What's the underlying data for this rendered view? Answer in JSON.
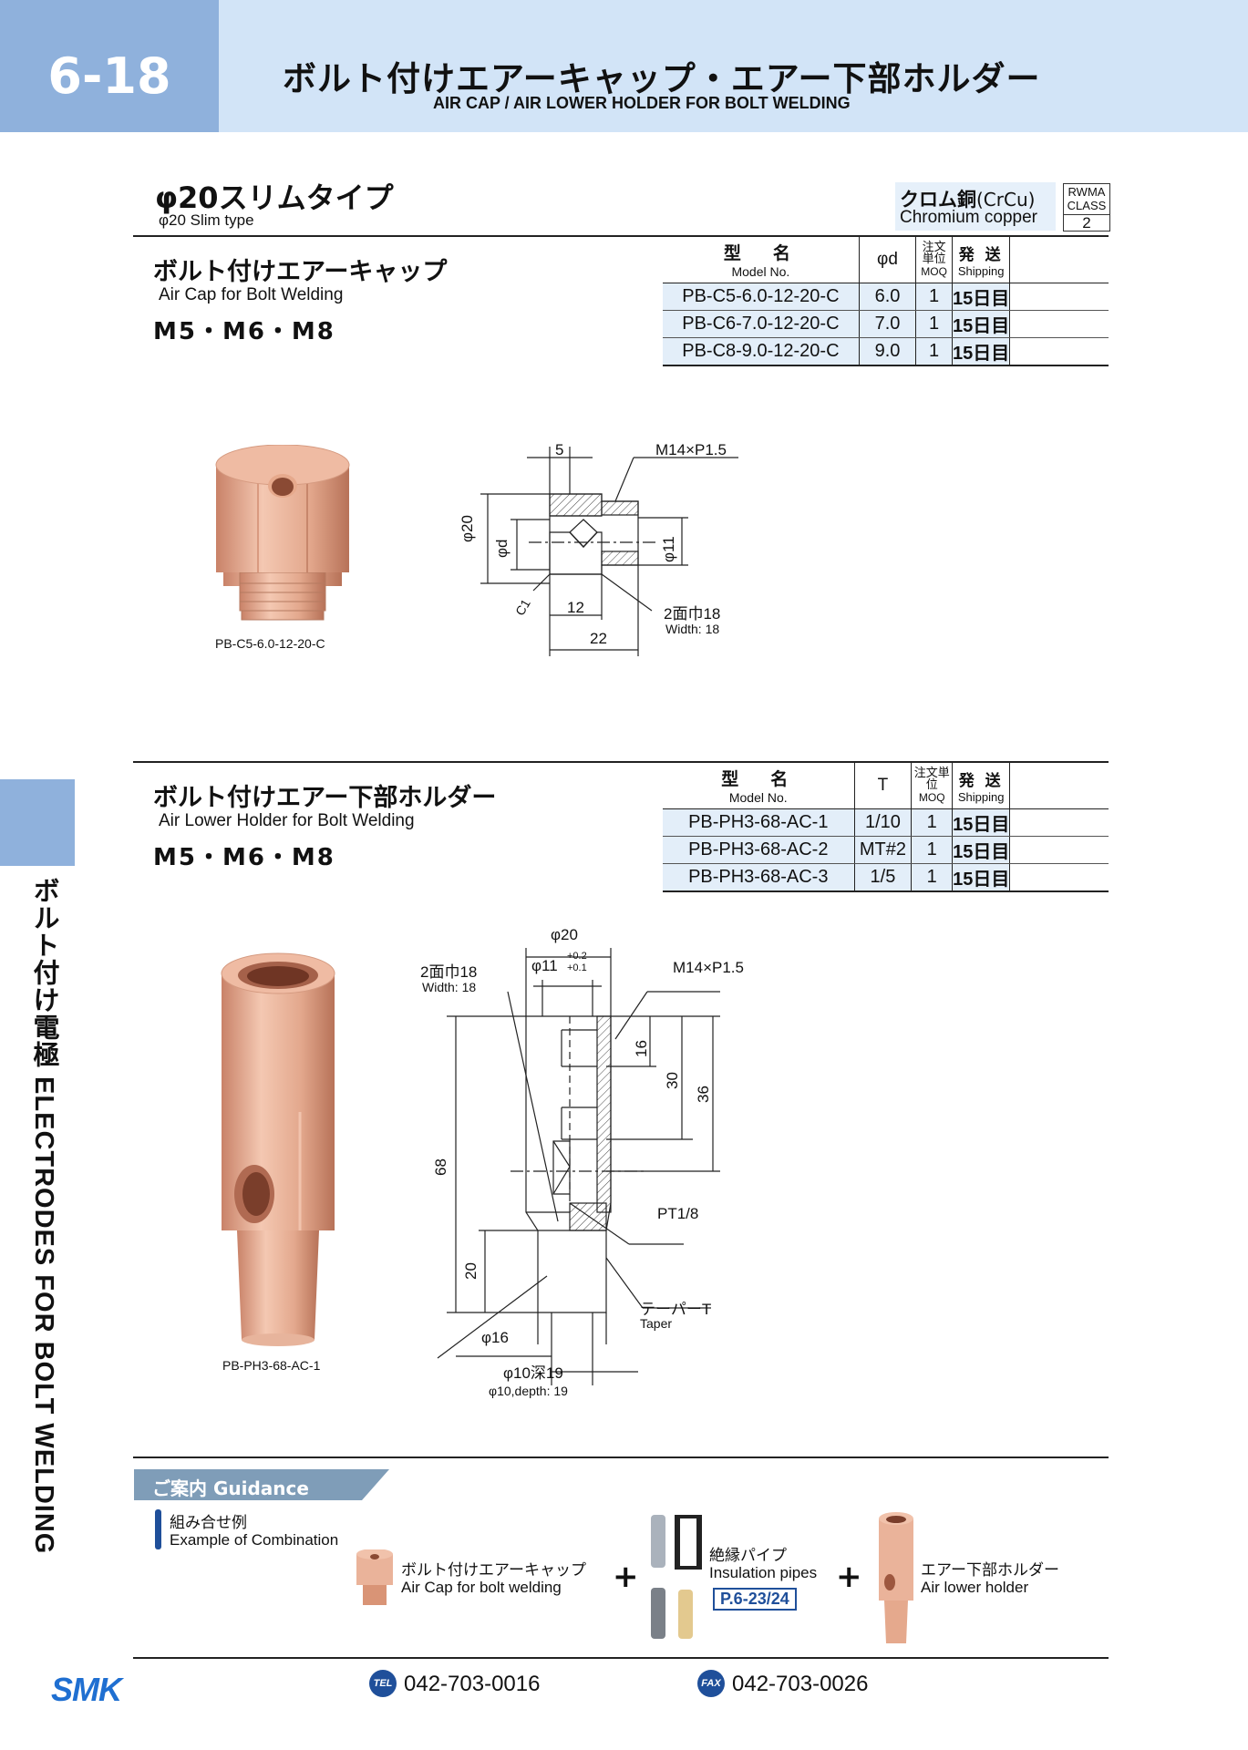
{
  "header": {
    "page_number": "6-18",
    "title_jp": "ボルト付けエアーキャップ・エアー下部ホルダー",
    "title_en": "AIR CAP / AIR LOWER HOLDER FOR BOLT WELDING"
  },
  "side_tab": {
    "label": "ボルト付け電極 ELECTRODES FOR BOLT WELDING"
  },
  "section": {
    "title_jp": "φ20スリムタイプ",
    "title_en": "φ20 Slim type"
  },
  "material": {
    "jp": "クロム銅",
    "jp_sub": "(CrCu)",
    "en": "Chromium copper",
    "rwma_label": "RWMA CLASS",
    "rwma_class": "2"
  },
  "air_cap": {
    "title_jp": "ボルト付けエアーキャップ",
    "title_en": "Air Cap for Bolt Welding",
    "sizes": "M5・M6・M8",
    "table": {
      "headers": {
        "model_jp": "型　名",
        "model_en": "Model No.",
        "param": "φd",
        "moq_jp": "注文単位",
        "moq_en": "MOQ",
        "ship_jp": "発 送",
        "ship_en": "Shipping"
      },
      "rows": [
        {
          "model": "PB-C5-6.0-12-20-C",
          "param": "6.0",
          "moq": "1",
          "ship": "15日目"
        },
        {
          "model": "PB-C6-7.0-12-20-C",
          "param": "7.0",
          "moq": "1",
          "ship": "15日目"
        },
        {
          "model": "PB-C8-9.0-12-20-C",
          "param": "9.0",
          "moq": "1",
          "ship": "15日目"
        }
      ]
    },
    "photo_caption": "PB-C5-6.0-12-20-C",
    "dims": {
      "d5": "5",
      "thread": "M14×P1.5",
      "phi20": "φ20",
      "phid": "φd",
      "phi11": "φ11",
      "c1": "C1",
      "d12": "12",
      "d22": "22",
      "width_jp": "2面巾18",
      "width_en": "Width: 18"
    }
  },
  "holder": {
    "title_jp": "ボルト付けエアー下部ホルダー",
    "title_en": "Air Lower Holder for Bolt Welding",
    "sizes": "M5・M6・M8",
    "table": {
      "headers": {
        "model_jp": "型　名",
        "model_en": "Model No.",
        "param": "T",
        "moq_jp": "注文単位",
        "moq_en": "MOQ",
        "ship_jp": "発 送",
        "ship_en": "Shipping"
      },
      "rows": [
        {
          "model": "PB-PH3-68-AC-1",
          "param": "1/10",
          "moq": "1",
          "ship": "15日目"
        },
        {
          "model": "PB-PH3-68-AC-2",
          "param": "MT#2",
          "moq": "1",
          "ship": "15日目"
        },
        {
          "model": "PB-PH3-68-AC-3",
          "param": "1/5",
          "moq": "1",
          "ship": "15日目"
        }
      ]
    },
    "photo_caption": "PB-PH3-68-AC-1",
    "dims": {
      "phi20": "φ20",
      "phi11": "φ11",
      "tol_up": "+0.2",
      "tol_low": "+0.1",
      "width_jp": "2面巾18",
      "width_en": "Width: 18",
      "thread": "M14×P1.5",
      "d16": "16",
      "d30": "30",
      "d36": "36",
      "d68": "68",
      "d20": "20",
      "pt": "PT1/8",
      "taper_jp": "テーパーT",
      "taper_en": "Taper",
      "phi16": "φ16",
      "hole_jp": "φ10深19",
      "hole_en": "φ10,depth: 19"
    }
  },
  "guidance": {
    "label": "ご案内 Guidance",
    "example_jp": "組み合せ例",
    "example_en": "Example of Combination",
    "item1_jp": "ボルト付けエアーキャップ",
    "item1_en": "Air Cap for bolt welding",
    "item2_jp": "絶縁パイプ",
    "item2_en": "Insulation pipes",
    "item2_ref": "P.6-23/24",
    "item3_jp": "エアー下部ホルダー",
    "item3_en": "Air lower holder",
    "plus": "+"
  },
  "footer": {
    "logo": "SMK",
    "tel_label": "TEL",
    "tel": "042-703-0016",
    "fax_label": "FAX",
    "fax": "042-703-0026"
  },
  "colors": {
    "accent": "#8fb1dc",
    "band": "#d2e4f7",
    "row": "#e3eef9",
    "copper": "#e6a98c",
    "brand": "#1f4f9a"
  }
}
